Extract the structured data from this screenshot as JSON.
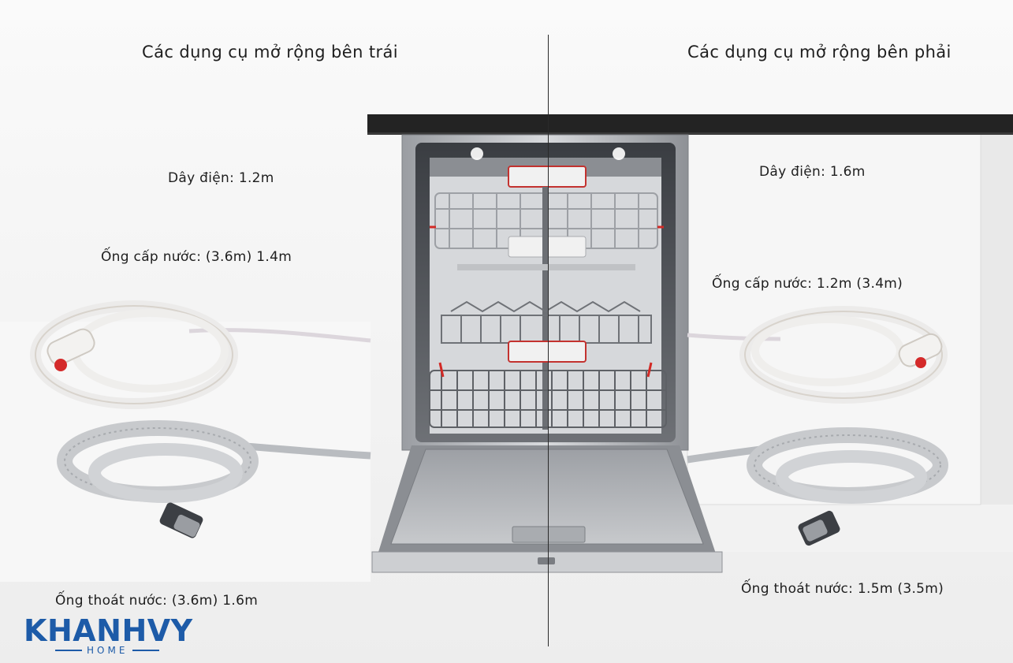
{
  "headers": {
    "left": "Các dụng cụ mở rộng bên trái",
    "right": "Các dụng cụ mở rộng bên phải"
  },
  "left": {
    "power_cord": "Dây điện: 1.2m",
    "water_inlet": "Ống cấp nước: (3.6m) 1.4m",
    "drain_hose": "Ống thoát nước: (3.6m) 1.6m"
  },
  "right": {
    "power_cord": "Dây điện: 1.6m",
    "water_inlet": "Ống cấp nước: 1.2m (3.4m)",
    "drain_hose": "Ống thoát nước: 1.5m (3.5m)"
  },
  "logo": {
    "name": "KHANHVY",
    "sub": "HOME"
  },
  "icons": [
    "dishwasher-illustration",
    "water-inlet-hose-icon",
    "drain-hose-icon"
  ],
  "colors": {
    "logo_blue": "#1d5ba8",
    "countertop": "#222222",
    "steel": "#b9bcc0",
    "inlet_red": "#d42a2a"
  }
}
